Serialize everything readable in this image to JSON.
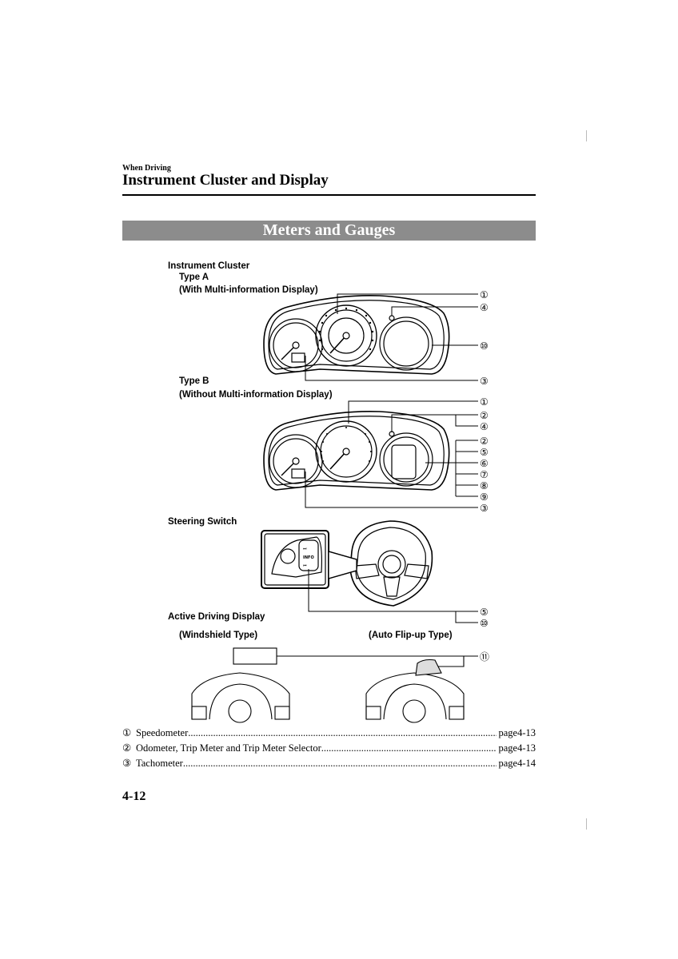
{
  "header": {
    "section": "When Driving",
    "title": "Instrument Cluster and Display"
  },
  "banner": "Meters and Gauges",
  "labels": {
    "instrument_cluster": "Instrument Cluster",
    "type_a": "Type A",
    "type_a_desc": "(With Multi-information Display)",
    "type_b": "Type B",
    "type_b_desc": "(Without Multi-information Display)",
    "steering_switch": "Steering Switch",
    "active_driving_display": "Active Driving Display",
    "windshield_type": "(Windshield Type)",
    "auto_flip_type": "(Auto Flip-up Type)"
  },
  "callouts": {
    "type_a": [
      "①",
      "④",
      "⑩",
      "③"
    ],
    "type_b": [
      "①",
      "②",
      "④",
      "②",
      "⑤",
      "⑥",
      "⑦",
      "⑧",
      "⑨",
      "③"
    ],
    "steering": [
      "⑤",
      "⑩"
    ],
    "display": [
      "⑪"
    ]
  },
  "references": [
    {
      "num": "①",
      "label": "Speedometer",
      "page": "page4-13"
    },
    {
      "num": "②",
      "label": "Odometer, Trip Meter and Trip Meter Selector",
      "page": "page4-13"
    },
    {
      "num": "③",
      "label": "Tachometer",
      "page": "page4-14"
    }
  ],
  "page_number": "4-12"
}
